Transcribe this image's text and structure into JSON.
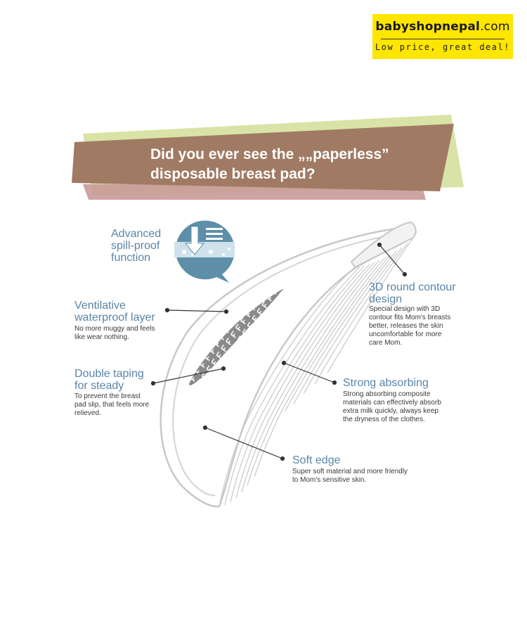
{
  "brand": {
    "name_bold": "babyshopnepal",
    "name_rest": ".com",
    "tagline": "Low price, great deal!"
  },
  "title": {
    "line1": "Did you ever see the „„paperless”",
    "line2": "disposable breast pad?"
  },
  "features": {
    "spill": {
      "label_line1": "Advanced",
      "label_line2": "spill-proof",
      "label_line3": "function"
    },
    "ventilative": {
      "label_line1": "Ventilative",
      "label_line2": "waterproof layer",
      "desc_line1": "No more muggy and feels",
      "desc_line2": "like wear nothing."
    },
    "taping": {
      "label_line1": "Double taping",
      "label_line2": "for steady",
      "desc_line1": "To prevent the breast",
      "desc_line2": "pad slip, that feels more",
      "desc_line3": "relieved."
    },
    "contour": {
      "label_line1": "3D round contour",
      "label_line2": "design",
      "desc_line1": "Special design with 3D",
      "desc_line2": "contour fits Mom's breasts",
      "desc_line3": "better, releases the skin",
      "desc_line4": "uncomfortable for more",
      "desc_line5": "care Mom."
    },
    "absorbing": {
      "label_line1": "Strong absorbing",
      "desc_line1": "Strong absorbing composite",
      "desc_line2": "materials can effectively absorb",
      "desc_line3": "extra milk quickly, always keep",
      "desc_line4": "the dryness of the clothes."
    },
    "softedge": {
      "label_line1": "Soft edge",
      "desc_line1": "Super soft material and more friendly",
      "desc_line2": "to Mom's sensitive skin."
    }
  },
  "colors": {
    "banner_brown": "#a07a63",
    "banner_green": "#d9e3a7",
    "banner_pink": "#c99a99",
    "label_blue": "#5a84a8",
    "logo_yellow": "#ffe600"
  }
}
